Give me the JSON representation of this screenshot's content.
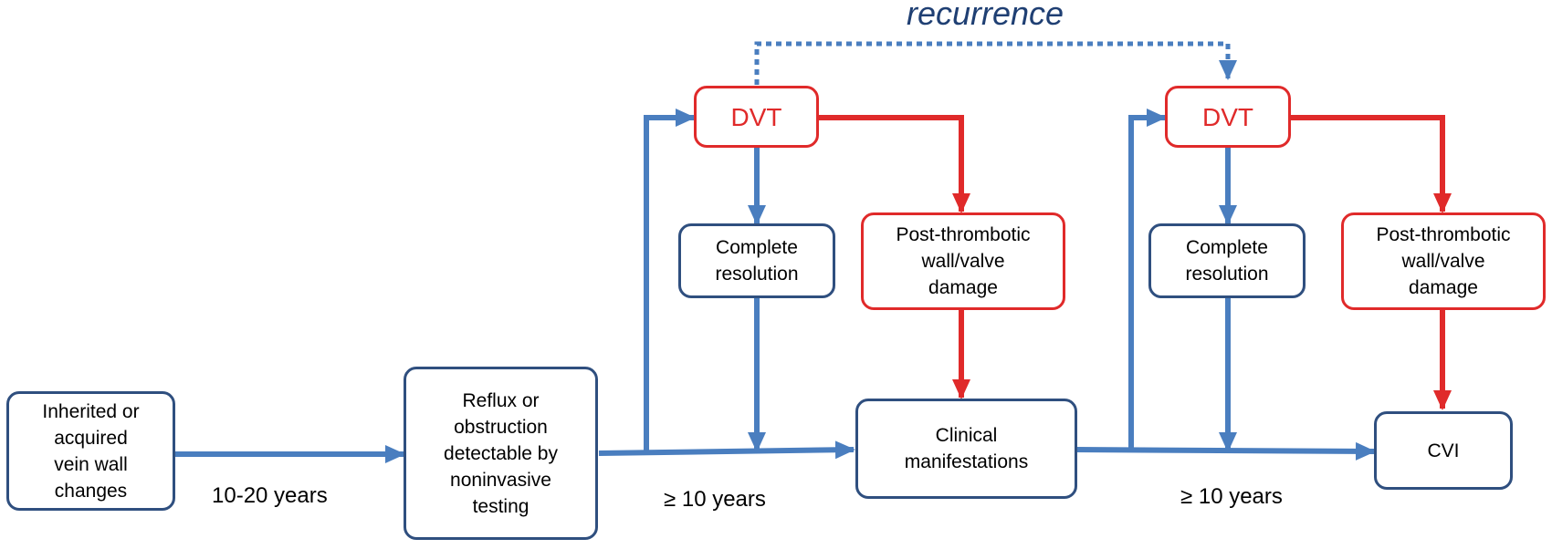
{
  "colors": {
    "flow_blue": "#4a7ebf",
    "flow_red": "#e02a2a",
    "box_border_blue": "#2f4f7f",
    "box_border_red": "#e02a2a",
    "recurrence_text": "#1f3f73"
  },
  "recurrence_label": "recurrence",
  "nodes": {
    "inherited": "Inherited or\nacquired\nvein wall\nchanges",
    "reflux": "Reflux or\nobstruction\ndetectable by\nnoninvasive\ntesting",
    "dvt1": "DVT",
    "complete1": "Complete\nresolution",
    "postthrombotic1": "Post-thrombotic\nwall/valve\ndamage",
    "clinical": "Clinical\nmanifestations",
    "dvt2": "DVT",
    "complete2": "Complete\nresolution",
    "postthrombotic2": "Post-thrombotic\nwall/valve\ndamage",
    "cvi": "CVI"
  },
  "time_labels": {
    "t1": "10-20 years",
    "t2": "≥ 10 years",
    "t3": "≥ 10 years"
  }
}
